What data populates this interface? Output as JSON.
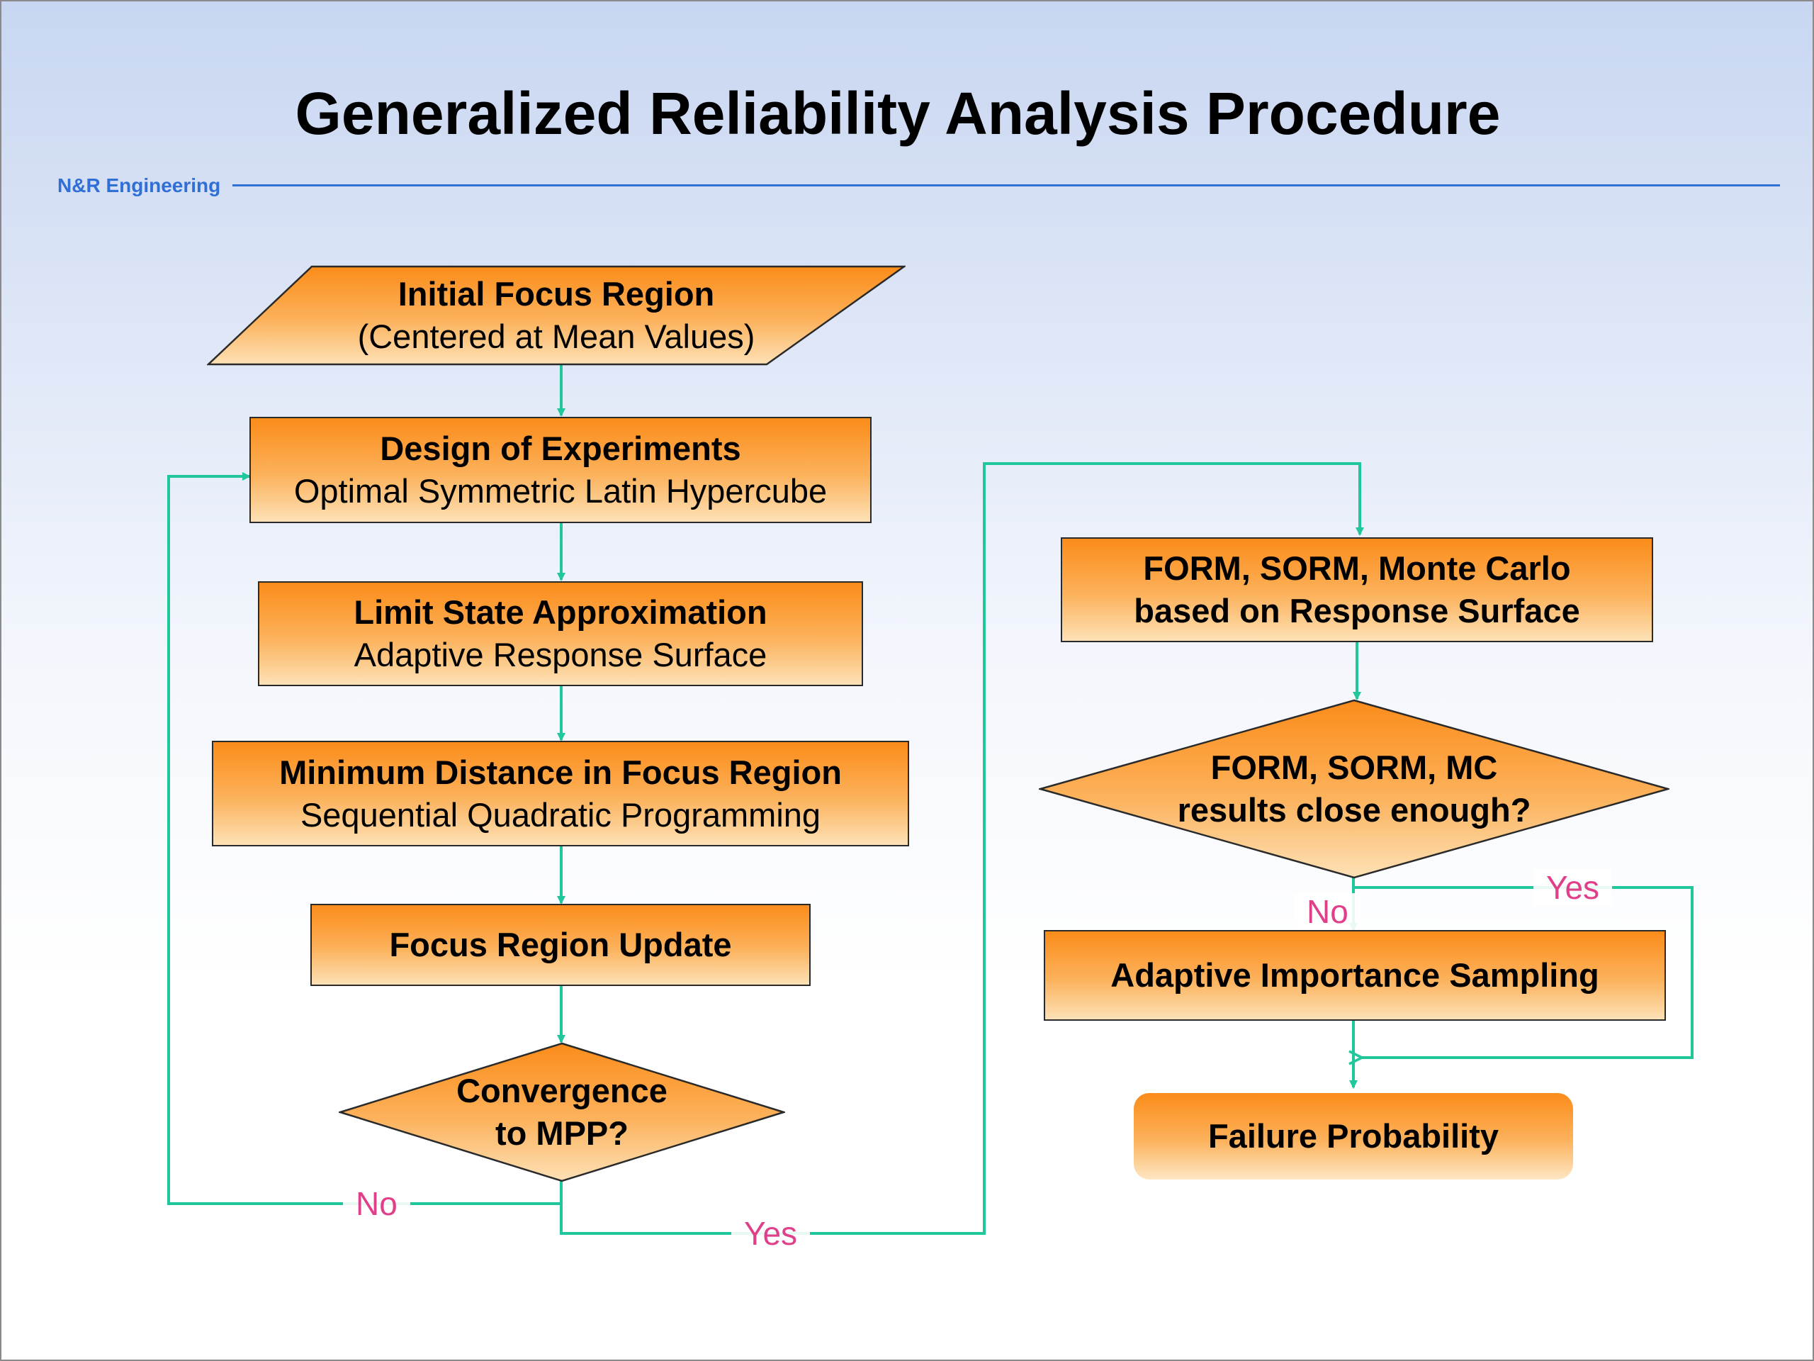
{
  "title": "Generalized Reliability Analysis Procedure",
  "company": "N&R Engineering",
  "colors": {
    "connector": "#1fc79a",
    "label": "#e0408a",
    "box_top": "#fb8c1a",
    "box_bottom": "#fde1b6",
    "accent": "#2f6fd6"
  },
  "nodes": {
    "initial_focus": {
      "line1": "Initial Focus Region",
      "line2": "(Centered at Mean Values)"
    },
    "design_of_experiments": {
      "line1": "Design of Experiments",
      "line2": "Optimal Symmetric Latin Hypercube"
    },
    "limit_state": {
      "line1": "Limit State Approximation",
      "line2": "Adaptive Response Surface"
    },
    "minimum_distance": {
      "line1": "Minimum Distance in Focus Region",
      "line2": "Sequential Quadratic Programming"
    },
    "focus_update": {
      "line1": "Focus Region Update"
    },
    "convergence": {
      "line1": "Convergence",
      "line2": "to MPP?"
    },
    "form_sorm_mc": {
      "line1": "FORM, SORM, Monte Carlo",
      "line2": "based on Response Surface"
    },
    "results_close": {
      "line1": "FORM, SORM, MC",
      "line2": "results close enough?"
    },
    "importance_sampling": {
      "line1": "Adaptive Importance Sampling"
    },
    "failure_probability": {
      "line1": "Failure Probability"
    }
  },
  "edge_labels": {
    "convergence_no": "No",
    "convergence_yes": "Yes",
    "results_no": "No",
    "results_yes": "Yes"
  }
}
